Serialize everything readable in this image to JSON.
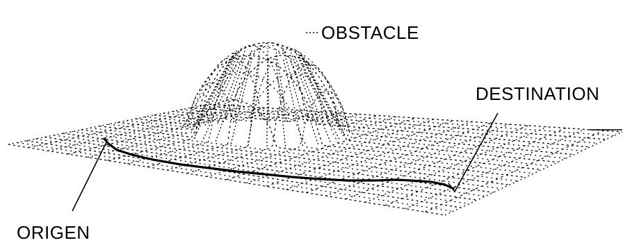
{
  "labels": {
    "obstacle": "OBSTACLE",
    "destination": "DESTINATION",
    "origin": "ORIGEN"
  },
  "colors": {
    "ink": "#000000",
    "background": "#ffffff"
  }
}
